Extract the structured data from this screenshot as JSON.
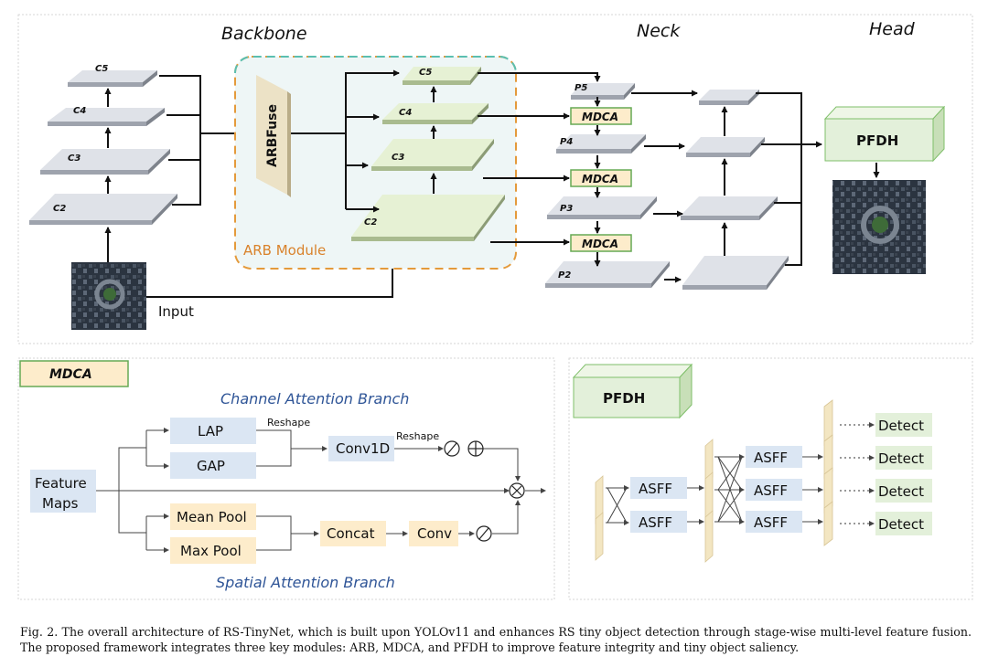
{
  "colors": {
    "gray_plate": "#c9cdd6",
    "green_plate": "#dcebc4",
    "blue_box": "#dbe6f3",
    "orange_box": "#fdeccb",
    "green_box": "#e3f0da",
    "arb_fill": "#eef6f6",
    "arb_border": "#5bbfb0",
    "arb_dash": "#e49a3b"
  },
  "sections": {
    "backbone": "Backbone",
    "neck": "Neck",
    "head": "Head"
  },
  "backbone": {
    "levels": [
      "C5",
      "C4",
      "C3",
      "C2"
    ],
    "input": "Input"
  },
  "arb": {
    "fuse": "ARBFuse",
    "module": "ARB Module",
    "levels": [
      "C5",
      "C4",
      "C3",
      "C2"
    ]
  },
  "neck": {
    "levels": [
      "P5",
      "P4",
      "P3",
      "P2"
    ],
    "mdca": [
      "MDCA",
      "MDCA",
      "MDCA"
    ]
  },
  "head": {
    "pfdh": "PFDH"
  },
  "mdca_panel": {
    "title": "MDCA",
    "channel_branch": "Channel Attention Branch",
    "spatial_branch": "Spatial Attention Branch",
    "feature_maps": [
      "Feature",
      "Maps"
    ],
    "lap": "LAP",
    "gap": "GAP",
    "reshape_1": "Reshape",
    "conv1d": "Conv1D",
    "reshape_2": "Reshape",
    "mean_pool": "Mean Pool",
    "max_pool": "Max Pool",
    "concat": "Concat",
    "conv": "Conv"
  },
  "pfdh_panel": {
    "title": "PFDH",
    "asff": [
      "ASFF",
      "ASFF",
      "ASFF",
      "ASFF",
      "ASFF"
    ],
    "detect": [
      "Detect",
      "Detect",
      "Detect",
      "Detect"
    ]
  },
  "caption": "Fig. 2.  The overall architecture of RS-TinyNet, which is built upon YOLOv11 and enhances RS tiny object detection through stage-wise multi-level feature fusion. The proposed framework integrates three key modules: ARB, MDCA, and PFDH to improve feature integrity and tiny object saliency."
}
